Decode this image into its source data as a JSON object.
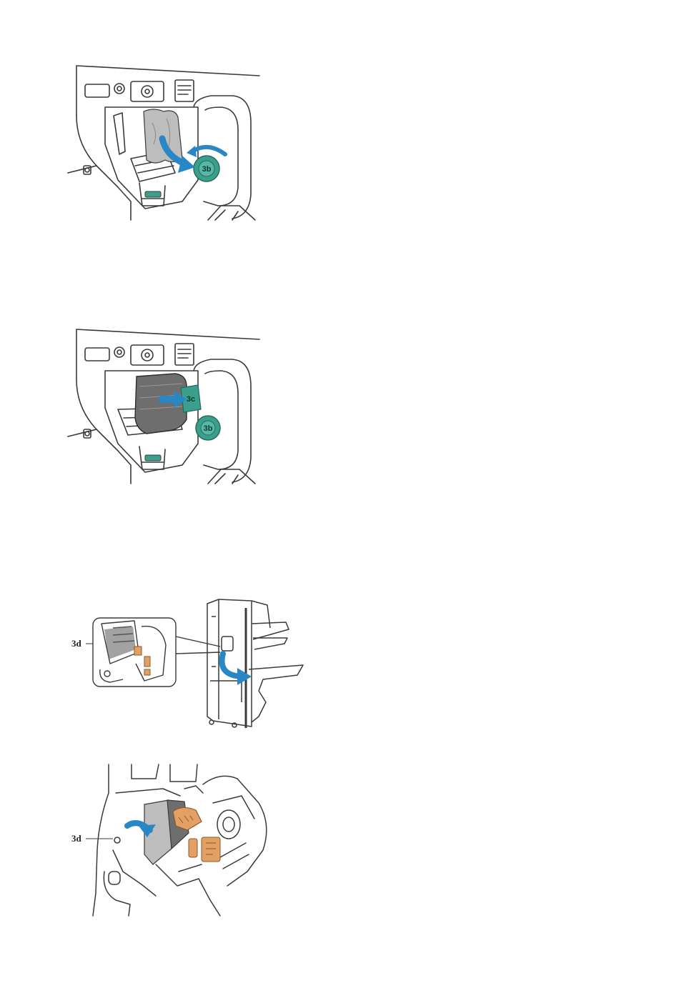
{
  "colors": {
    "line": "#3a3a3a",
    "arrow": "#2a87c6",
    "green_knob": "#3aa08d",
    "orange_part": "#e2a065",
    "paper_gray": "#bdbdbd",
    "dark_gray": "#6e6e6e"
  },
  "figures": [
    {
      "knob_label": "3b",
      "arrow": "curved-arrow-down-right",
      "rotate_arrow": "rotate-arrow"
    },
    {
      "knob_label": "3b",
      "tab_label": "3c",
      "arrow": "push-arrow-right"
    },
    {
      "callout": "3d",
      "arrow": "swing-arrow"
    },
    {
      "callout": "3d",
      "arrow": "curved-arrow-left"
    }
  ]
}
